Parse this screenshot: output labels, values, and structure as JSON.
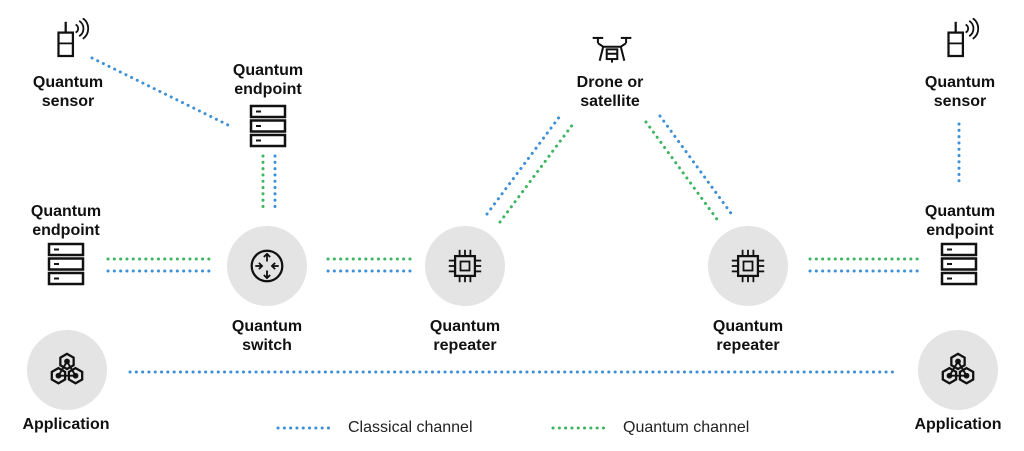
{
  "colors": {
    "classical": "#3d8fd6",
    "quantum": "#3db55e",
    "node_fill": "#e4e4e4",
    "icon": "#111111"
  },
  "nodes": {
    "sensor_left": {
      "line1": "Quantum",
      "line2": "sensor",
      "icon": "sensor-icon"
    },
    "endpoint_top": {
      "line1": "Quantum",
      "line2": "endpoint",
      "icon": "server-icon"
    },
    "drone": {
      "line1": "Drone or",
      "line2": "satellite",
      "icon": "drone-icon"
    },
    "sensor_right": {
      "line1": "Quantum",
      "line2": "sensor",
      "icon": "sensor-icon"
    },
    "endpoint_left": {
      "line1": "Quantum",
      "line2": "endpoint",
      "icon": "server-icon"
    },
    "switch": {
      "line1": "Quantum",
      "line2": "switch",
      "icon": "router-icon"
    },
    "repeater_1": {
      "line1": "Quantum",
      "line2": "repeater",
      "icon": "chip-icon"
    },
    "repeater_2": {
      "line1": "Quantum",
      "line2": "repeater",
      "icon": "chip-icon"
    },
    "endpoint_right": {
      "line1": "Quantum",
      "line2": "endpoint",
      "icon": "server-icon"
    },
    "app_left": {
      "label": "Application",
      "icon": "hexagons-icon"
    },
    "app_right": {
      "label": "Application",
      "icon": "hexagons-icon"
    }
  },
  "legend": {
    "classical": "Classical channel",
    "quantum": "Quantum channel"
  }
}
